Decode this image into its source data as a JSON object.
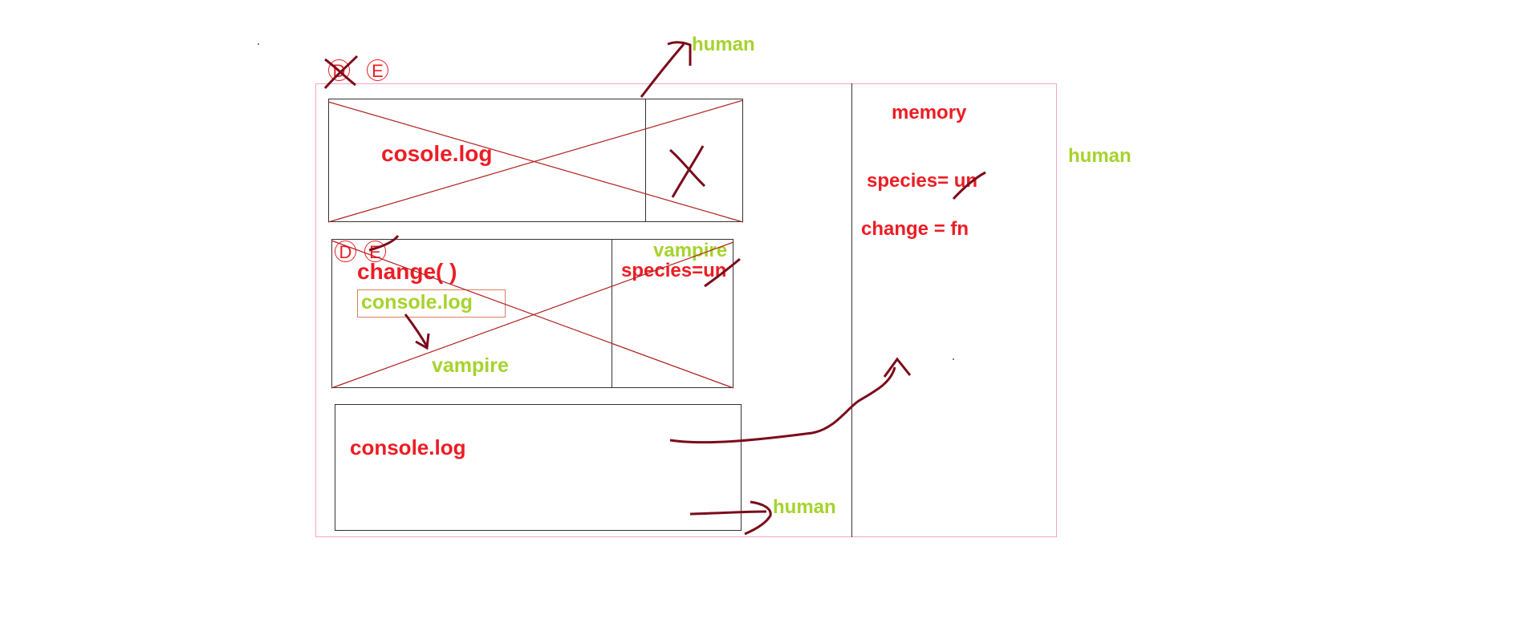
{
  "outer_circles": [
    "D",
    "E"
  ],
  "inner_circles": [
    "D",
    "E"
  ],
  "labels": {
    "human_top": "human",
    "human_right": "human",
    "human_bottom": "human",
    "memory": "memory",
    "species": "species= un",
    "change_fn": "change = fn",
    "ctx1_log": "cosole.log",
    "ctx2_change": "change( )",
    "ctx2_log": "console.log",
    "ctx2_vampire_bottom": "vampire",
    "ctx2_vampire_top": "vampire",
    "ctx2_species": "species=un",
    "ctx3_log": "console.log"
  },
  "colors": {
    "red": "#ed1c24",
    "green": "#a6d32c",
    "ink": "#7b0a1a"
  }
}
